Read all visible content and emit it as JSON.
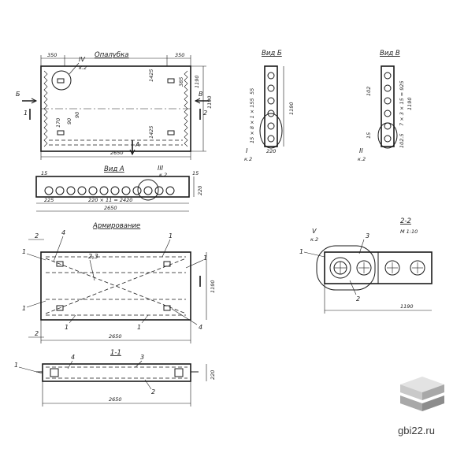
{
  "titles": {
    "formwork": "Опалубка",
    "view_a": "Вид А",
    "view_b": "Вид Б",
    "view_v": "Вид В",
    "reinforcement": "Армирование",
    "section_1_1": "1-1",
    "section_2_2": "2-2",
    "scale": "М 1:10"
  },
  "formwork": {
    "dims": [
      "350",
      "350",
      "2650",
      "1190",
      "1190",
      "385",
      "1425",
      "1425",
      "170",
      "90",
      "90"
    ],
    "callouts": [
      "IV",
      "А",
      "Б",
      "В",
      "1",
      "2"
    ]
  },
  "view_a": {
    "dims": [
      "15",
      "15",
      "225",
      "220 × 11 = 2420",
      "2650",
      "220"
    ],
    "callout": "III"
  },
  "view_b": {
    "dims": [
      "55",
      "15 × 8 × 1 × 155",
      "1190",
      "220"
    ],
    "callout": "I"
  },
  "view_v": {
    "dims": [
      "102",
      "7 × 3 × 15 = 925",
      "1190",
      "15",
      "102.5"
    ],
    "callout": "II"
  },
  "reinforcement": {
    "labels": [
      "2",
      "2",
      "4",
      "1",
      "2,3",
      "1",
      "1",
      "1",
      "1",
      "1",
      "4"
    ],
    "dims": [
      "2650",
      "1190"
    ]
  },
  "section_1_1": {
    "labels": [
      "4",
      "3",
      "1",
      "2"
    ],
    "dims": [
      "2650",
      "220"
    ]
  },
  "section_2_2": {
    "labels": [
      "V",
      "3",
      "1",
      "2"
    ],
    "dims": [
      "1190"
    ]
  },
  "sheet_ref": "к.2",
  "watermark": {
    "text": "gbi22.ru",
    "colors": [
      "#c9c9c9",
      "#a8a8a8",
      "#8c8c8c",
      "#e3e3e3"
    ]
  }
}
